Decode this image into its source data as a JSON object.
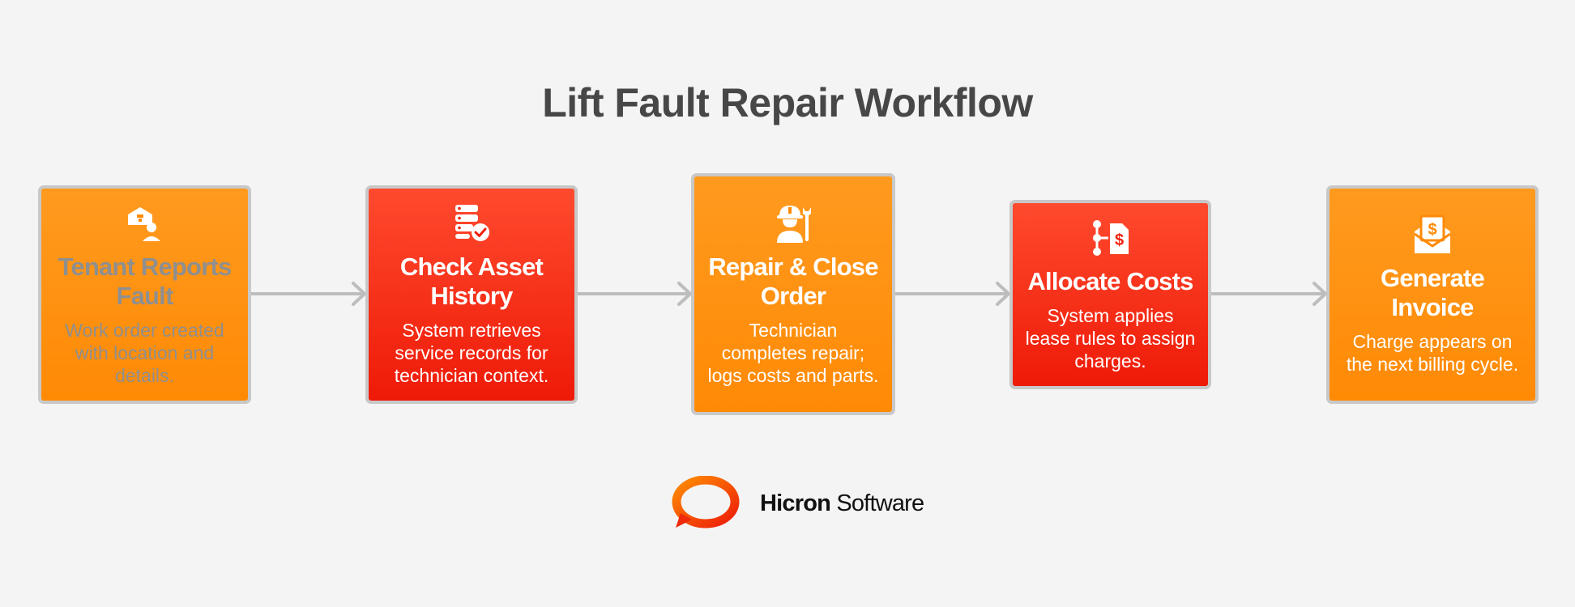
{
  "title": "Lift Fault Repair Workflow",
  "steps": [
    {
      "title": "Tenant Reports Fault",
      "description": "Work order created with location and details.",
      "color": "#ff8a05",
      "icon": "tenant-report-icon",
      "faded": true
    },
    {
      "title": "Check Asset History",
      "description": "System retrieves service records for technician context.",
      "color": "#f2200c",
      "icon": "database-check-icon"
    },
    {
      "title": "Repair & Close Order",
      "description": "Technician completes repair; logs costs and parts.",
      "color": "#ff8a05",
      "icon": "technician-wrench-icon"
    },
    {
      "title": "Allocate Costs",
      "description": "System applies lease rules to assign charges.",
      "color": "#f2200c",
      "icon": "cost-allocation-icon"
    },
    {
      "title": "Generate Invoice",
      "description": "Charge appears on the next billing cycle.",
      "color": "#ff8a05",
      "icon": "invoice-envelope-icon"
    }
  ],
  "logo": {
    "brand_bold": "Hicron",
    "brand_regular": "Software",
    "icon": "speech-bubble-logo-icon"
  },
  "colors": {
    "background": "#f4f4f4",
    "orange": "#ff8a05",
    "red": "#f2200c",
    "title": "#474747",
    "arrow": "#bdbdbd",
    "card_border": "#c8c8c8"
  }
}
